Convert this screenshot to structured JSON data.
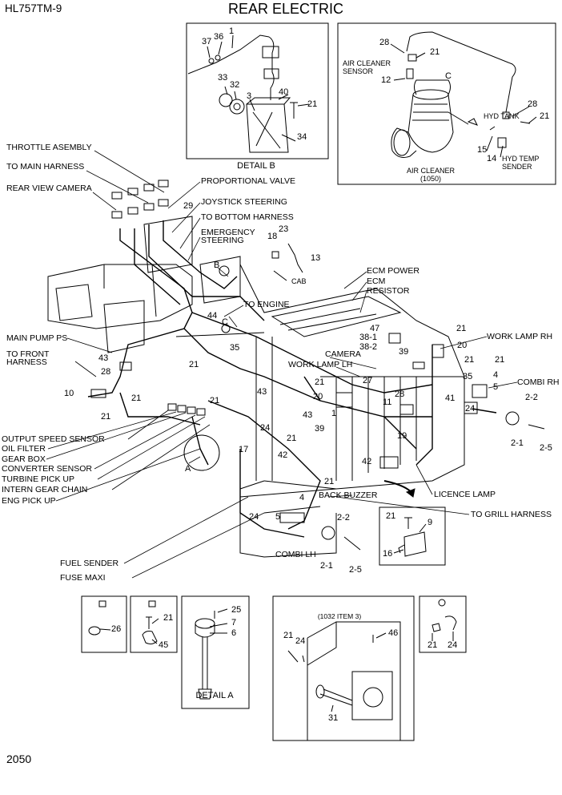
{
  "header": {
    "model": "HL757TM-9",
    "title": "REAR ELECTRIC",
    "page_number": "2050"
  },
  "insets": {
    "detail_b": {
      "caption": "DETAIL B",
      "parts": [
        "37",
        "36",
        "1",
        "33",
        "32",
        "3",
        "40",
        "21",
        "34"
      ]
    },
    "air_cleaner": {
      "labels": {
        "air_cleaner_sensor": "AIR CLEANER\nSENSOR",
        "hyd_tank": "HYD TANK",
        "air_cleaner": "AIR CLEANER\n(1050)",
        "hyd_temp_sender": "HYD TEMP\nSENDER",
        "c": "C"
      },
      "parts": [
        "28",
        "21",
        "12",
        "28",
        "21",
        "15",
        "14"
      ]
    },
    "buzzer": {
      "parts": [
        "21",
        "9",
        "16"
      ]
    },
    "small_26": {
      "parts": [
        "26"
      ]
    },
    "small_45": {
      "parts": [
        "21",
        "45"
      ]
    },
    "detail_a": {
      "caption": "DETAIL A",
      "parts": [
        "25",
        "7",
        "6"
      ]
    },
    "item_1032": {
      "note": "(1032 ITEM 3)",
      "parts": [
        "21",
        "24",
        "46",
        "31"
      ]
    },
    "small_2124": {
      "parts": [
        "21",
        "24"
      ]
    }
  },
  "callouts": {
    "throttle_assembly": "THROTTLE ASEMBLY",
    "to_main_harness": "TO MAIN HARNESS",
    "rear_view_camera": "REAR VIEW CAMERA",
    "proportional_valve": "PROPORTIONAL VALVE",
    "joystick_steering": "JOYSTICK STEERING",
    "to_bottom_harness": "TO BOTTOM HARNESS",
    "emergency_steering": "EMERGENCY\nSTEERING",
    "cab": "CAB",
    "ecm_power": "ECM POWER",
    "ecm": "ECM",
    "resistor": "RESISTOR",
    "to_engine": "TO ENGINE",
    "main_pump_ps": "MAIN PUMP PS",
    "to_front_harness": "TO FRONT\nHARNESS",
    "camera": "CAMERA",
    "work_lamp_lh": "WORK LAMP LH",
    "work_lamp_rh": "WORK LAMP RH",
    "combi_rh": "COMBI RH",
    "output_speed_sensor": "OUTPUT SPEED SENSOR",
    "oil_filter": "OIL FILTER",
    "gear_box": "GEAR BOX",
    "converter_sensor": "CONVERTER SENSOR",
    "turbine_pick_up": "TURBINE PICK UP",
    "intern_gear_chain": "INTERN GEAR CHAIN",
    "eng_pick_up": "ENG PICK UP",
    "back_buzzer": "BACK BUZZER",
    "licence_lamp": "LICENCE LAMP",
    "to_grill_harness": "TO GRILL HARNESS",
    "combi_lh": "COMBI LH",
    "fuel_sender": "FUEL SENDER",
    "fuse_maxi": "FUSE MAXI",
    "view_a": "A",
    "view_b": "B",
    "view_c": "C"
  },
  "main_parts": [
    "29",
    "18",
    "23",
    "13",
    "44",
    "35",
    "21",
    "43",
    "28",
    "10",
    "21",
    "21",
    "47",
    "38-1",
    "38-2",
    "39",
    "21",
    "20",
    "21",
    "21",
    "35",
    "4",
    "5",
    "2-2",
    "2-1",
    "2-5",
    "21",
    "27",
    "11",
    "28",
    "41",
    "24",
    "19",
    "1",
    "20",
    "43",
    "21",
    "39",
    "24",
    "17",
    "43",
    "42",
    "21",
    "21",
    "42",
    "5",
    "4",
    "24",
    "2-2",
    "2-1",
    "2-5"
  ]
}
